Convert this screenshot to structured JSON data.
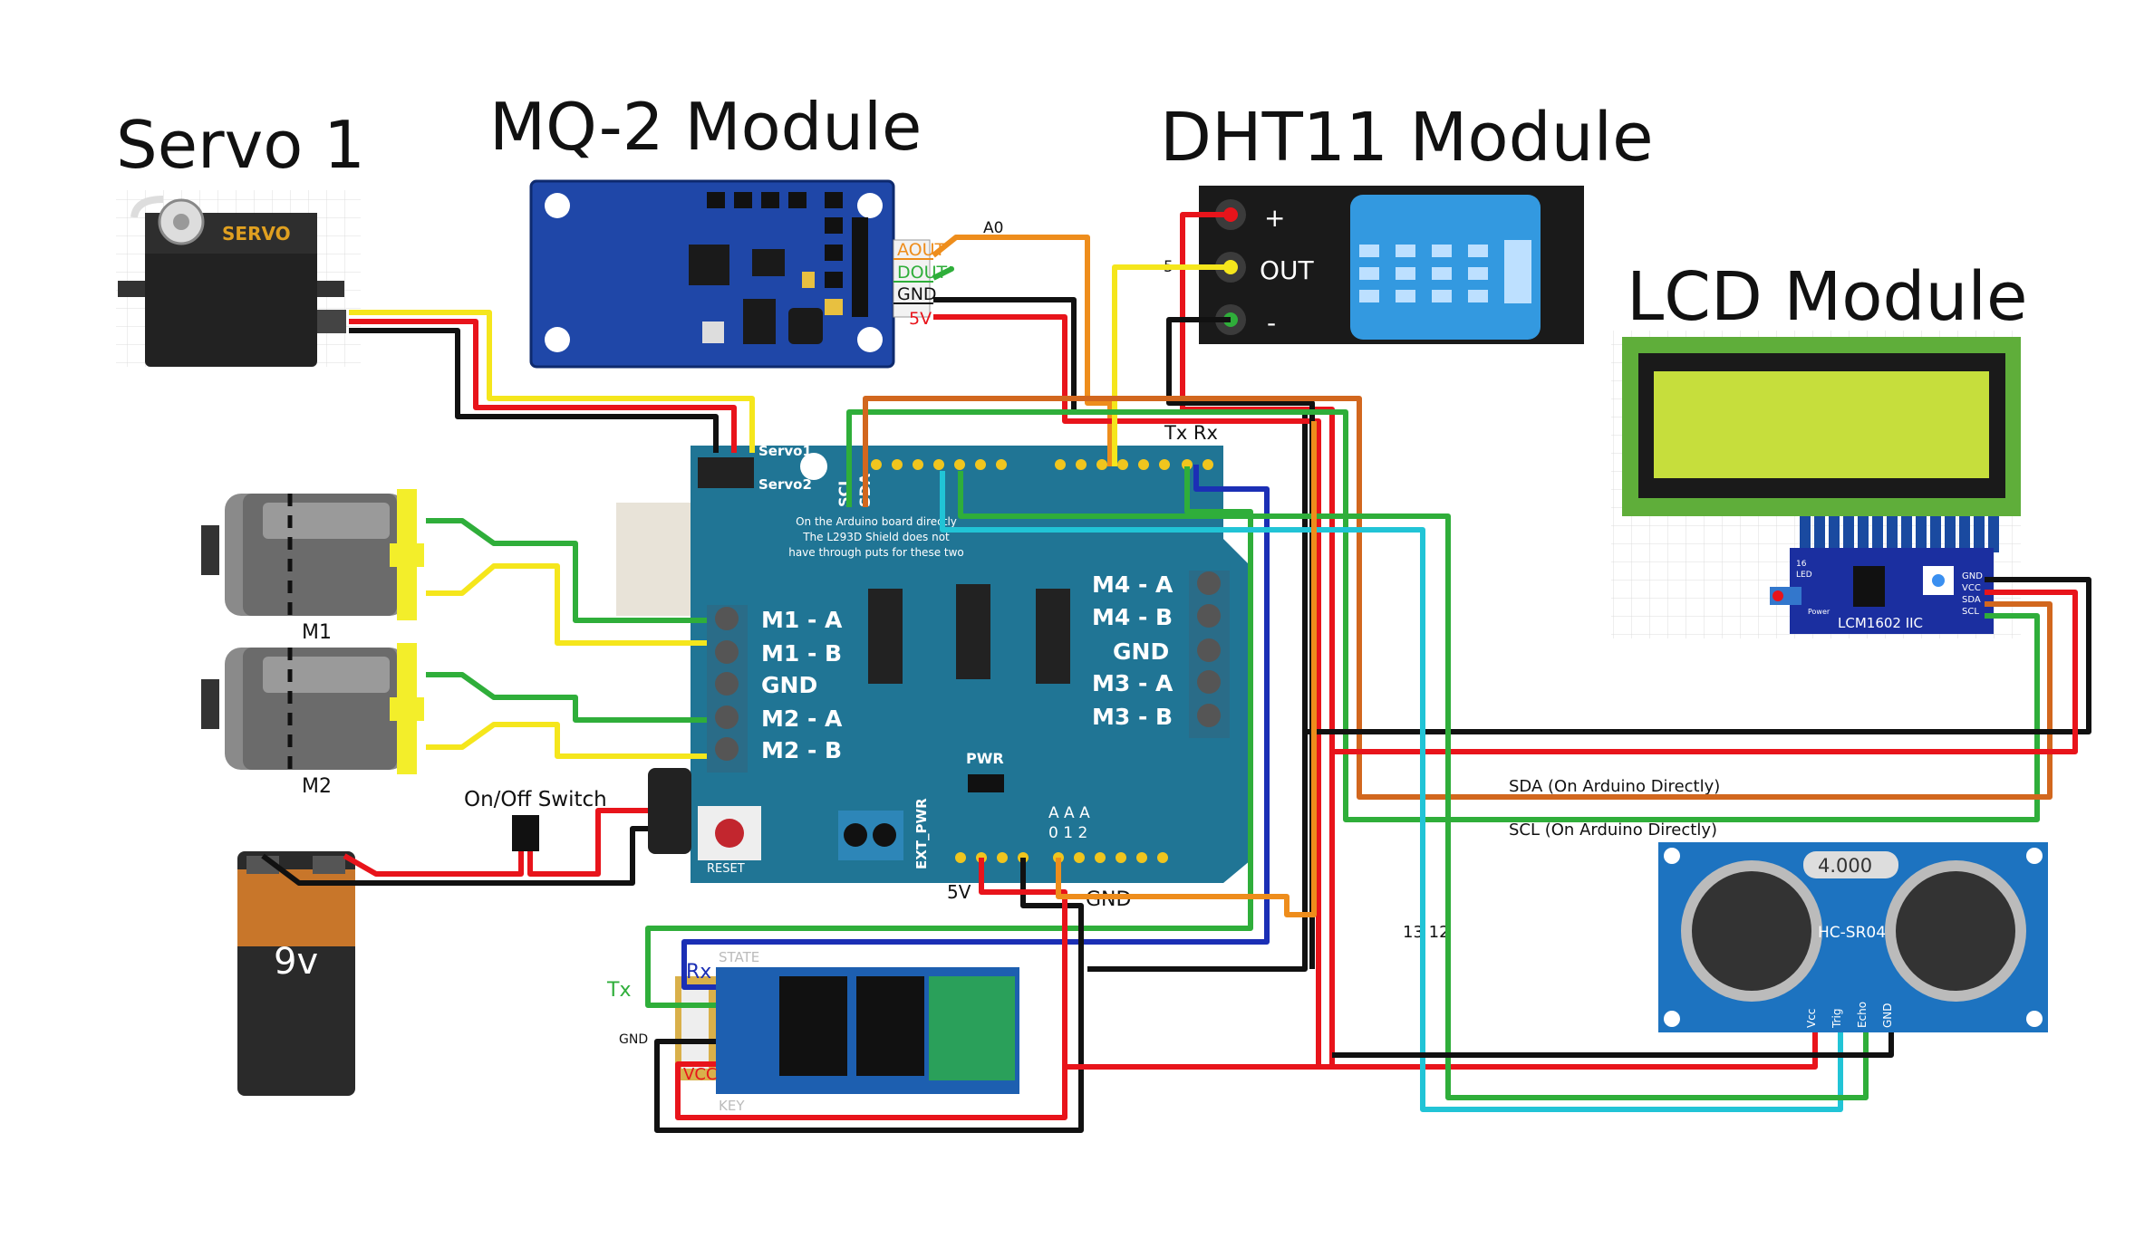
{
  "titles": {
    "servo": "Servo 1",
    "mq2": "MQ-2 Module",
    "dht11": "DHT11 Module",
    "lcd": "LCD Module"
  },
  "servo": {
    "brand": "SERVO"
  },
  "mq2": {
    "pins": [
      "AOUT",
      "DOUT",
      "GND",
      "5V"
    ],
    "wire_a0": "A0"
  },
  "dht11": {
    "pins": [
      "+",
      "OUT",
      "-"
    ],
    "wire_5": "5"
  },
  "lcd": {
    "backpack_label": "LCM1602 IIC",
    "backpack_pins": [
      "GND",
      "VCC",
      "SDA",
      "SCL"
    ],
    "led_label": "LED",
    "power_label": "Power",
    "jumper": "16"
  },
  "shield": {
    "servo1": "Servo1",
    "servo2": "Servo2",
    "scl": "SCL",
    "sda": "SDA",
    "tx_rx": "Tx Rx",
    "note": [
      "On the Arduino board directly",
      "The L293D Shield does not",
      "have through puts for these two"
    ],
    "left_pins": [
      "M1 - A",
      "M1 - B",
      "GND",
      "M2 - A",
      "M2 - B"
    ],
    "right_pins": [
      "M4 - A",
      "M4 - B",
      "GND",
      "M3 - A",
      "M3 - B"
    ],
    "pwr": "PWR",
    "ext_pwr": "EXT_PWR",
    "reset": "RESET",
    "analog_a": "A A A",
    "analog_n": "0 1 2",
    "v5": "5V",
    "gnd": "GND"
  },
  "motors": {
    "m1": "M1",
    "m2": "M2"
  },
  "switch": {
    "label": "On/Off Switch"
  },
  "battery": {
    "label": "9v"
  },
  "bluetooth": {
    "tx": "Tx",
    "rx": "Rx",
    "gnd": "GND",
    "vcc": "VCC",
    "state": "STATE",
    "key": "KEY"
  },
  "ultrasonic": {
    "display": "4.000",
    "model": "HC-SR04",
    "pins": [
      "Vcc",
      "Trig",
      "Echo",
      "GND"
    ]
  },
  "wire_labels": {
    "sda": "SDA (On Arduino Directly)",
    "scl": "SCL (On Arduino Directly)",
    "pins_13_12": "13 12"
  },
  "colors": {
    "red": "#e8141b",
    "black": "#111111",
    "yellow": "#f5e61c",
    "orange": "#ee8d1c",
    "green": "#2fae3a",
    "blue": "#1b2fb5",
    "cyan": "#21c4d6",
    "darkorange": "#d2671e",
    "shield": "#207595"
  }
}
